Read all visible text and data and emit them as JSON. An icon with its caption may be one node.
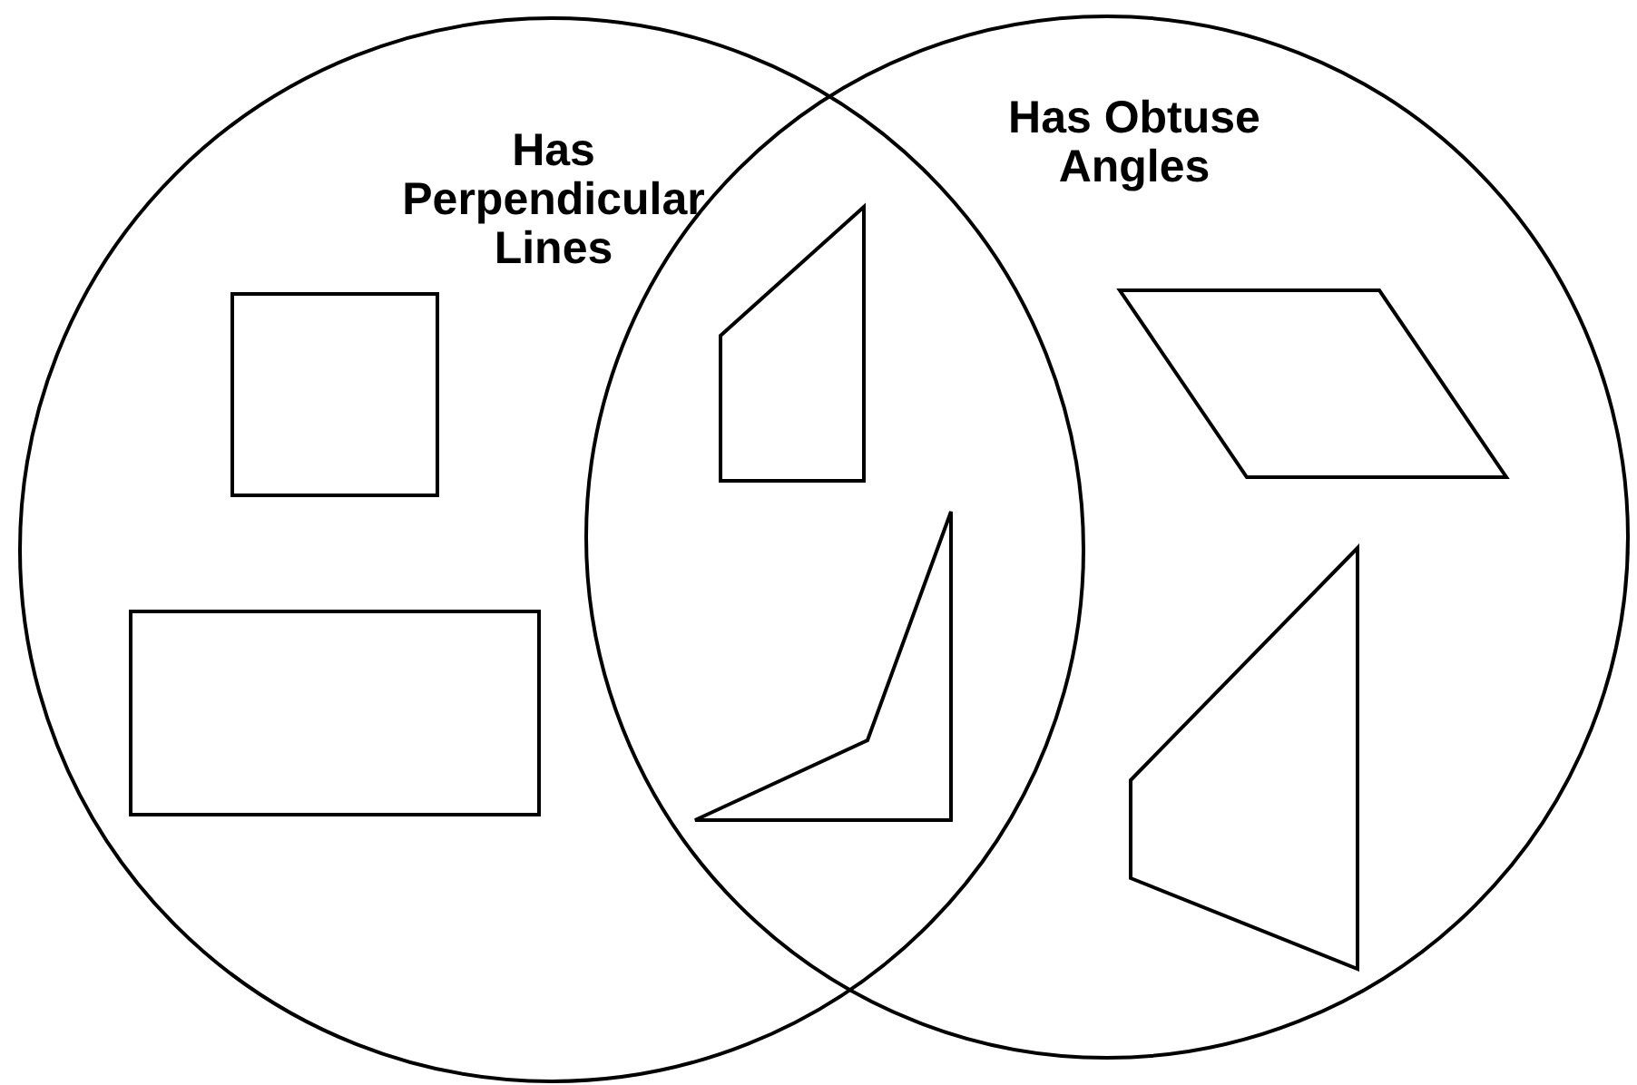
{
  "diagram": {
    "nodes": [
      {
        "text": [
          "Has Perpendicular Lines"
        ]
      },
      {
        "text": [
          "Has Obtuse Angles"
        ]
      },
      {
        "text": [],
        "shape": "square",
        "in": 0
      },
      {
        "text": [],
        "shape": "rectangle",
        "in": 0
      },
      {
        "text": [],
        "shape": "quadrilateral"
      },
      {
        "text": [],
        "shape": "quadrilateral"
      },
      {
        "text": [],
        "shape": "parallelogram",
        "in": 1
      },
      {
        "text": [],
        "shape": "quadrilateral",
        "in": 1
      }
    ]
  }
}
